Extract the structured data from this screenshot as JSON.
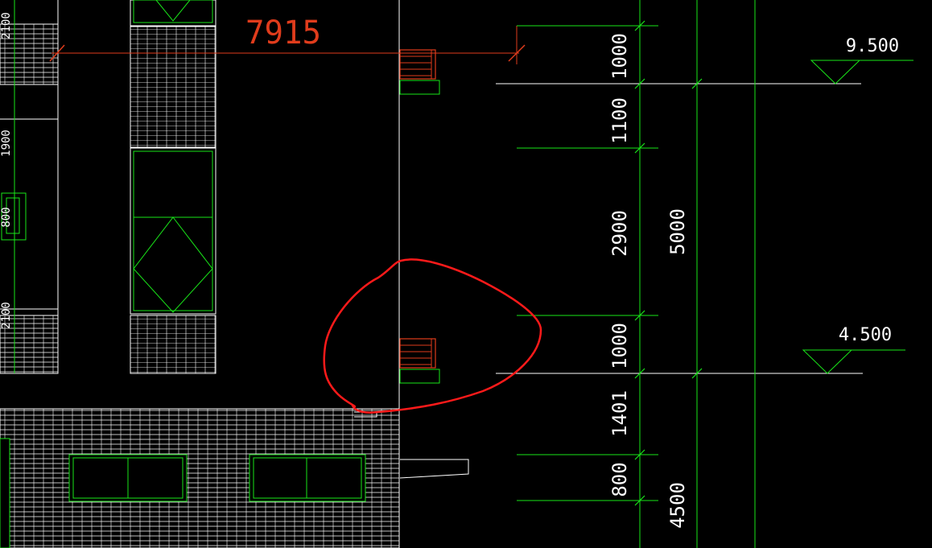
{
  "drawing": {
    "horizontal_dimension": "7915",
    "level_marks": [
      "9.500",
      "4.500"
    ],
    "inner_chain_dimensions": [
      "1000",
      "1100",
      "2900",
      "1000",
      "1401",
      "800"
    ],
    "outer_chain_dimensions": [
      "5000",
      "4500"
    ],
    "left_clipped_dimensions": [
      "2100",
      "1900",
      "800",
      "2100"
    ]
  },
  "colors": {
    "background": "#000000",
    "lines_white": "#ffffff",
    "lines_green": "#19e619",
    "dimension_red": "#e03c1c",
    "markup_circle": "#ff1a1a"
  }
}
